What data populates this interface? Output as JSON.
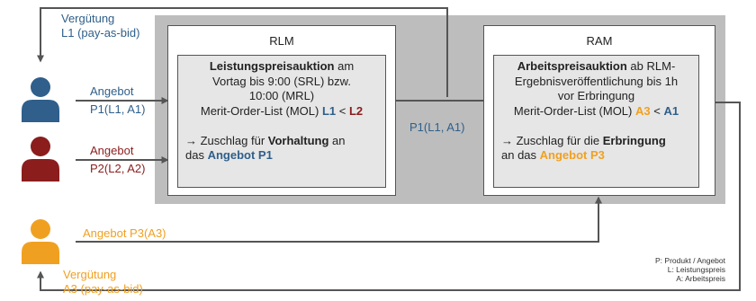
{
  "colors": {
    "blue": "#2f5f8a",
    "red": "#8b1d1d",
    "orange": "#f0a020",
    "panel": "#bdbdbd",
    "arrow": "#555555"
  },
  "icons": {
    "person1": "person-icon",
    "person2": "person-icon",
    "person3": "person-icon"
  },
  "labels": {
    "verguetung_top_1": "Vergütung",
    "verguetung_top_2": "L1 (pay-as-bid)",
    "angebot_p1_1": "Angebot",
    "angebot_p1_2": "P1(L1, A1)",
    "angebot_p2_1": "Angebot",
    "angebot_p2_2": "P2(L2, A2)",
    "p1_between": "P1(L1, A1)",
    "angebot_p3": "Angebot P3(A3)",
    "verguetung_bottom_1": "Vergütung",
    "verguetung_bottom_2": "A3 (pay-as-bid)"
  },
  "rlm": {
    "title": "RLM",
    "heading_bold": "Leistungspreisauktion",
    "heading_rest": " am",
    "line2": "Vortag bis 9:00 (SRL) bzw.",
    "line3": "10:00 (MRL)",
    "mol_text": "Merit-Order-List (MOL) ",
    "mol_l1": "L1",
    "mol_lt": " < ",
    "mol_l2": "L2",
    "zuschlag_pre": "→ Zuschlag für ",
    "zuschlag_bold": "Vorhaltung",
    "zuschlag_post": " an",
    "das": "das ",
    "angebot": "Angebot P1"
  },
  "ram": {
    "title": "RAM",
    "heading_bold": "Arbeitspreisauktion",
    "heading_rest": " ab RLM-",
    "line2": "Ergebnisveröffentlichung bis 1h",
    "line3": "vor Erbringung",
    "mol_text": "Merit-Order-List (MOL) ",
    "mol_a3": "A3",
    "mol_lt": " < ",
    "mol_a1": "A1",
    "zuschlag_pre": "→ Zuschlag für die ",
    "zuschlag_bold": "Erbringung",
    "an_das": "an das ",
    "angebot": "Angebot P3"
  },
  "legend": {
    "line1": "P: Produkt / Angebot",
    "line2": "L: Leistungspreis",
    "line3": "A: Arbeitspreis"
  }
}
